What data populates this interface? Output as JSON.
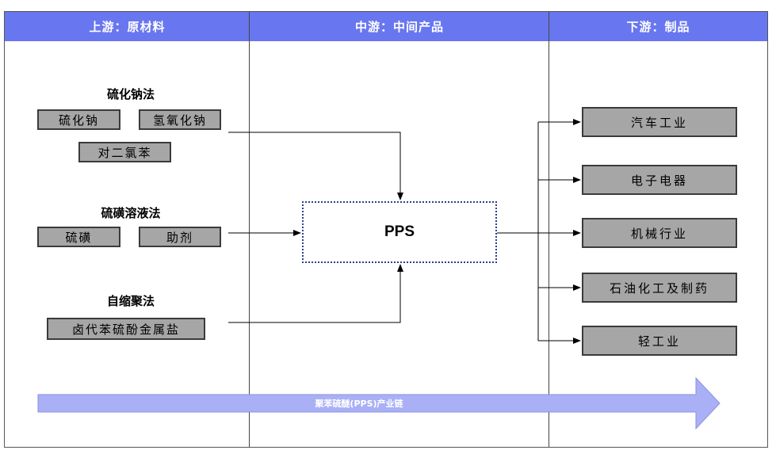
{
  "columns": {
    "upstream": "上游：原材料",
    "midstream": "中游：中间产品",
    "downstream": "下游：制品"
  },
  "methods": [
    {
      "name": "硫化钠法",
      "materials": [
        "硫化钠",
        "氢氧化钠",
        "对二氯苯"
      ]
    },
    {
      "name": "硫磺溶液法",
      "materials": [
        "硫磺",
        "助剂"
      ]
    },
    {
      "name": "自缩聚法",
      "materials": [
        "卤代苯硫酚金属盐"
      ]
    }
  ],
  "intermediate": "PPS",
  "products": [
    "汽车工业",
    "电子电器",
    "机械行业",
    "石油化工及制药",
    "轻工业"
  ],
  "chain_label": "聚苯硫醚(PPS)产业链",
  "colors": {
    "header": "#6877ef",
    "arrow_fill": "#aab0f5",
    "box_fill": "#a6a6a6"
  }
}
